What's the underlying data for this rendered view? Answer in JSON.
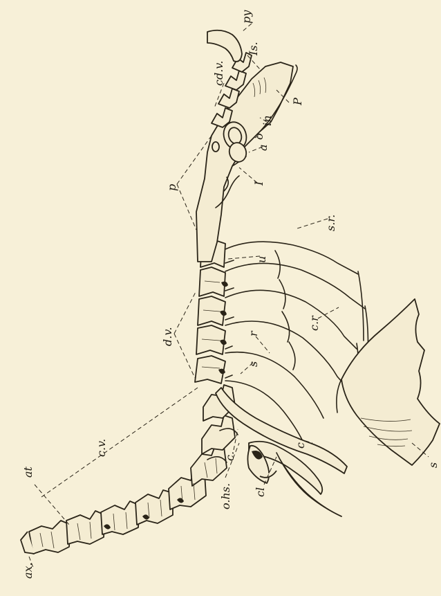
{
  "figure": {
    "labels": {
      "at": "at",
      "ax": "ax.",
      "cv": "c.v.",
      "ohs": "o.hs.",
      "c": "c.",
      "cl": "cl",
      "c_lower": "c",
      "s": "s",
      "dv": "d.v.",
      "p": "p",
      "u": "u",
      "r": "r",
      "s_small": "s",
      "cr": "c.r",
      "sr": "s.r.",
      "I": "I",
      "a": "a",
      "o": "o",
      "in": "in",
      "P": "P",
      "Is": "Is.",
      "py": "py",
      "cdv": "cd.v."
    }
  }
}
